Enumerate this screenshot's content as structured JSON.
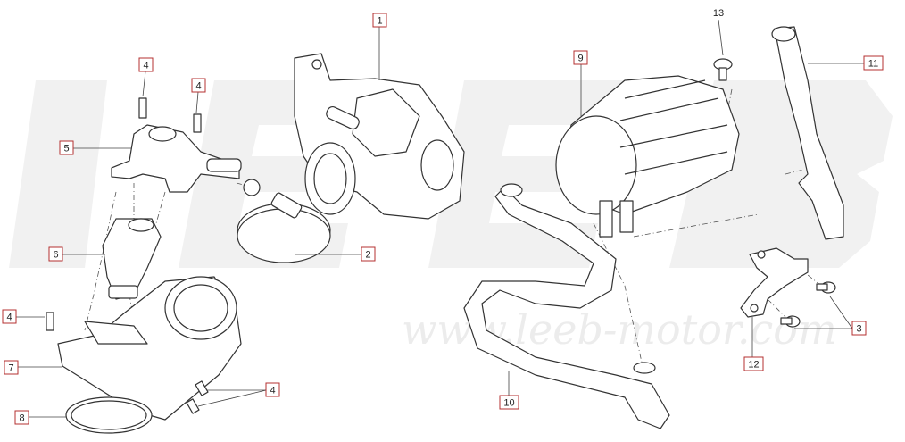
{
  "watermark": {
    "logo_text": "LEEB",
    "url": "www.leeb-motor.com"
  },
  "callouts": [
    {
      "id": "c1",
      "label": "1"
    },
    {
      "id": "c2",
      "label": "2"
    },
    {
      "id": "c3",
      "label": "3"
    },
    {
      "id": "c4a",
      "label": "4"
    },
    {
      "id": "c4b",
      "label": "4"
    },
    {
      "id": "c4c",
      "label": "4"
    },
    {
      "id": "c4d",
      "label": "4"
    },
    {
      "id": "c5",
      "label": "5"
    },
    {
      "id": "c6",
      "label": "6"
    },
    {
      "id": "c7",
      "label": "7"
    },
    {
      "id": "c8",
      "label": "8"
    },
    {
      "id": "c9",
      "label": "9"
    },
    {
      "id": "c10",
      "label": "10"
    },
    {
      "id": "c11",
      "label": "11"
    },
    {
      "id": "c12",
      "label": "12"
    },
    {
      "id": "c13",
      "label": "13"
    }
  ],
  "colors": {
    "callout_border": "#b43030",
    "line": "#333333",
    "watermark": "#f1f1f1"
  }
}
